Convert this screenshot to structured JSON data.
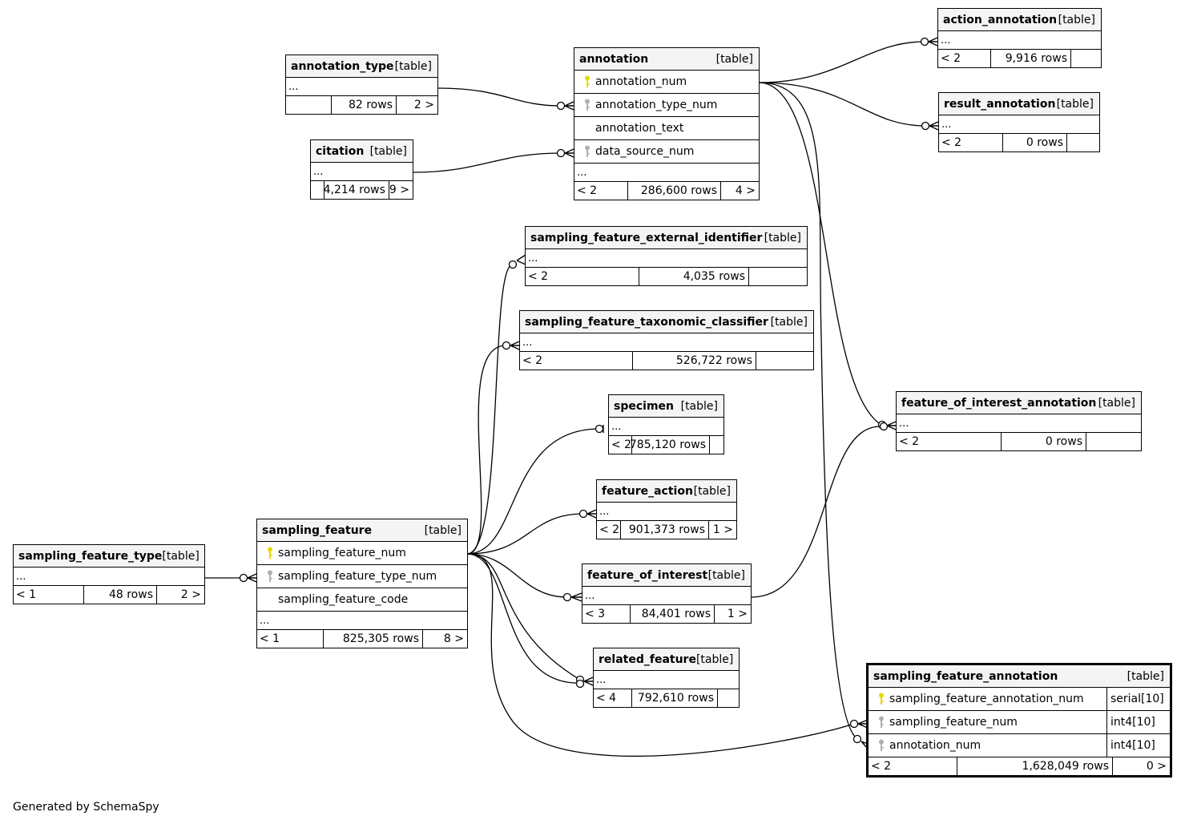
{
  "credit": "Generated by SchemaSpy",
  "type_label": "[table]",
  "colors": {
    "primary_key": "#e8d800",
    "foreign_key": "#b0b0b0",
    "header_bg": "#f4f4f4"
  },
  "tables": {
    "annotation_type": {
      "name": "annotation_type",
      "ellipsis": "...",
      "parents": "",
      "rows": "82 rows",
      "children": "2 >"
    },
    "citation": {
      "name": "citation",
      "ellipsis": "...",
      "parents": "",
      "rows": "4,214 rows",
      "children": "9 >"
    },
    "annotation": {
      "name": "annotation",
      "columns": [
        {
          "name": "annotation_num",
          "key": "pk"
        },
        {
          "name": "annotation_type_num",
          "key": "fk"
        },
        {
          "name": "annotation_text",
          "key": ""
        },
        {
          "name": "data_source_num",
          "key": "fk"
        }
      ],
      "ellipsis": "...",
      "parents": "< 2",
      "rows": "286,600 rows",
      "children": "4 >"
    },
    "action_annotation": {
      "name": "action_annotation",
      "ellipsis": "...",
      "parents": "< 2",
      "rows": "9,916 rows",
      "children": ""
    },
    "result_annotation": {
      "name": "result_annotation",
      "ellipsis": "...",
      "parents": "< 2",
      "rows": "0 rows",
      "children": ""
    },
    "sampling_feature_external_identifier": {
      "name": "sampling_feature_external_identifier",
      "ellipsis": "...",
      "parents": "< 2",
      "rows": "4,035 rows",
      "children": ""
    },
    "sampling_feature_taxonomic_classifier": {
      "name": "sampling_feature_taxonomic_classifier",
      "ellipsis": "...",
      "parents": "< 2",
      "rows": "526,722 rows",
      "children": ""
    },
    "specimen": {
      "name": "specimen",
      "ellipsis": "...",
      "parents": "< 2",
      "rows": "785,120 rows",
      "children": ""
    },
    "feature_action": {
      "name": "feature_action",
      "ellipsis": "...",
      "parents": "< 2",
      "rows": "901,373 rows",
      "children": "1 >"
    },
    "feature_of_interest": {
      "name": "feature_of_interest",
      "ellipsis": "...",
      "parents": "< 3",
      "rows": "84,401 rows",
      "children": "1 >"
    },
    "related_feature": {
      "name": "related_feature",
      "ellipsis": "...",
      "parents": "< 4",
      "rows": "792,610 rows",
      "children": ""
    },
    "feature_of_interest_annotation": {
      "name": "feature_of_interest_annotation",
      "ellipsis": "...",
      "parents": "< 2",
      "rows": "0 rows",
      "children": ""
    },
    "sampling_feature_type": {
      "name": "sampling_feature_type",
      "ellipsis": "...",
      "parents": "< 1",
      "rows": "48 rows",
      "children": "2 >"
    },
    "sampling_feature": {
      "name": "sampling_feature",
      "columns": [
        {
          "name": "sampling_feature_num",
          "key": "pk"
        },
        {
          "name": "sampling_feature_type_num",
          "key": "fk"
        },
        {
          "name": "sampling_feature_code",
          "key": ""
        }
      ],
      "ellipsis": "...",
      "parents": "< 1",
      "rows": "825,305 rows",
      "children": "8 >"
    },
    "sampling_feature_annotation": {
      "name": "sampling_feature_annotation",
      "columns": [
        {
          "name": "sampling_feature_annotation_num",
          "key": "pk",
          "type": "serial[10]"
        },
        {
          "name": "sampling_feature_num",
          "key": "fk",
          "type": "int4[10]"
        },
        {
          "name": "annotation_num",
          "key": "fk",
          "type": "int4[10]"
        }
      ],
      "parents": "< 2",
      "rows": "1,628,049 rows",
      "children": "0 >"
    }
  }
}
